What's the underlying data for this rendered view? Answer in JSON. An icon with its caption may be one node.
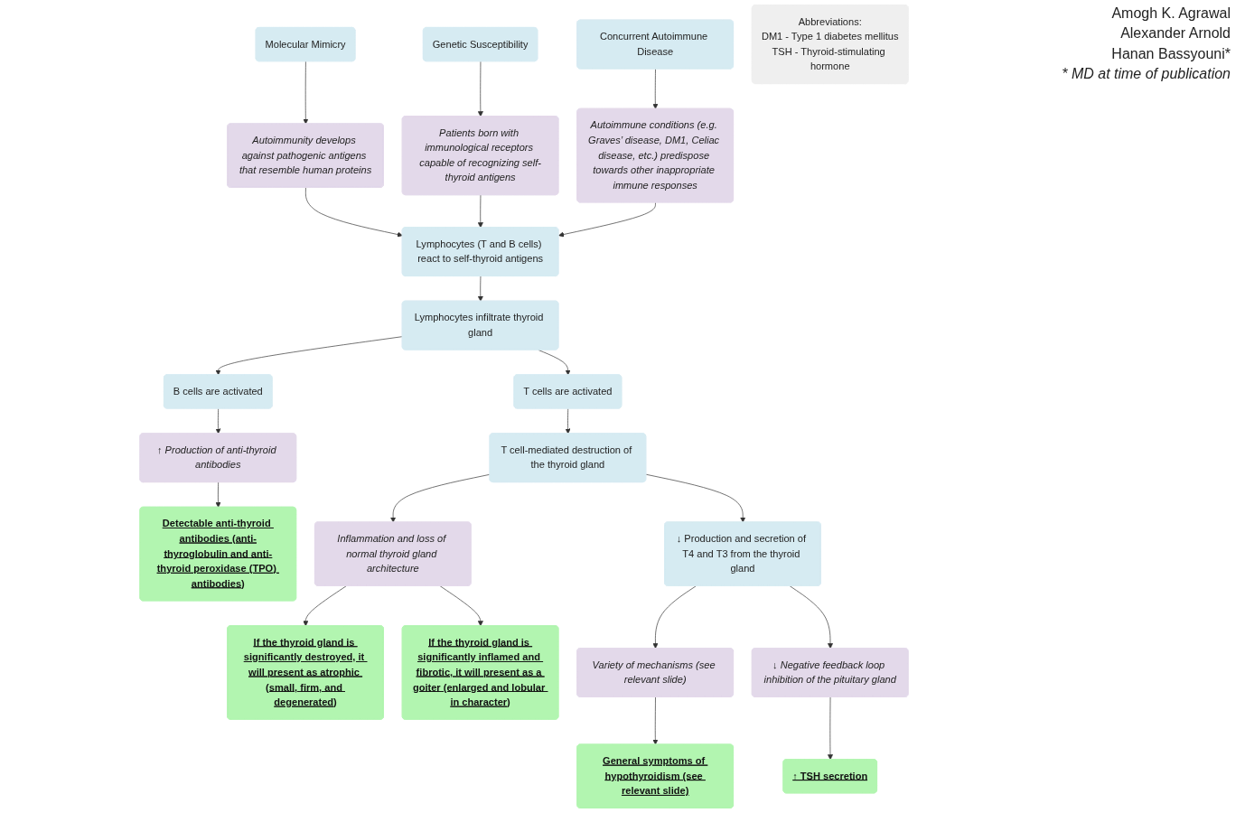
{
  "diagram": {
    "nodes": [
      {
        "text": [
          "Molecular Mimicry"
        ]
      },
      {
        "text": [
          "Genetic Susceptibility"
        ]
      },
      {
        "text": [
          "Concurrent Autoimmune Disease"
        ]
      },
      {
        "text": [
          "Autoimmunity develops against pathogenic antigens that resemble human proteins"
        ]
      },
      {
        "text": [
          "Patients born with immunological receptors capable of recognizing self-thyroid antigens"
        ]
      },
      {
        "text": [
          "Autoimmune conditions (e.g. Graves’ disease, DM1, Celiac disease, etc.) predispose towards other inappropriate immune responses"
        ]
      },
      {
        "text": [
          "Lymphocytes (T and B cells) react to self-thyroid antigens"
        ]
      },
      {
        "text": [
          "↑ Production of anti-thyroid antibodies"
        ]
      },
      {
        "text": [
          "Detectable anti-thyroid antibodies (anti-thyroglobulin and anti-thyroid peroxidase (TPO) antibodies)"
        ]
      },
      {
        "text": [
          "Lymphocytes infiltrate thyroid gland"
        ]
      },
      {
        "text": [
          "B cells are activated"
        ]
      },
      {
        "text": [
          "If the thyroid gland is significantly destroyed, it will present as atrophic (small, firm, and degenerated)"
        ]
      },
      {
        "text": [
          "T cells are activated"
        ]
      },
      {
        "text": [
          "T cell-mediated destruction of the thyroid gland"
        ]
      },
      {
        "text": [
          "Inflammation and loss of normal thyroid gland architecture"
        ]
      },
      {
        "text": [
          "If the thyroid gland is significantly inflamed and fibrotic, it will present as a goiter (enlarged and lobular in character)"
        ]
      },
      {
        "text": [
          "↓ Production and secretion of T4 and T3 from the thyroid gland"
        ]
      },
      {
        "text": [
          "Variety of mechanisms (see relevant slide)"
        ]
      },
      {
        "text": [
          "General symptoms of hypothyroidism (see relevant slide)"
        ]
      },
      {
        "text": [
          "↓ Negative feedback loop inhibition of the pituitary gland"
        ]
      },
      {
        "text": [
          "↑ TSH secretion"
        ]
      },
      {
        "text": [
          "Abbreviations:",
          "DM1 - Type 1 diabetes mellitus",
          "TSH - Thyroid-stimulating hormone"
        ]
      }
    ],
    "edges": [
      {
        "from": 0,
        "to": 3,
        "arrow": "to"
      },
      {
        "from": 1,
        "to": 4,
        "arrow": "to"
      },
      {
        "from": 2,
        "to": 5,
        "arrow": "to"
      },
      {
        "from": 3,
        "to": 6,
        "arrow": "to"
      },
      {
        "from": 4,
        "to": 6,
        "arrow": "to"
      },
      {
        "from": 5,
        "to": 6,
        "arrow": "to"
      },
      {
        "from": 6,
        "to": 9,
        "arrow": "to"
      },
      {
        "from": 9,
        "to": 10,
        "arrow": "to"
      },
      {
        "from": 10,
        "to": 7,
        "arrow": "to"
      },
      {
        "from": 7,
        "to": 8,
        "arrow": "to"
      },
      {
        "from": 9,
        "to": 12,
        "arrow": "to"
      },
      {
        "from": 12,
        "to": 13,
        "arrow": "to"
      },
      {
        "from": 13,
        "to": 14,
        "arrow": "to"
      },
      {
        "from": 14,
        "to": 11,
        "arrow": "to"
      },
      {
        "from": 14,
        "to": 15,
        "arrow": "to"
      },
      {
        "from": 13,
        "to": 16,
        "arrow": "to"
      },
      {
        "from": 16,
        "to": 17,
        "arrow": "to"
      },
      {
        "from": 16,
        "to": 19,
        "arrow": "to"
      },
      {
        "from": 17,
        "to": 18,
        "arrow": "to"
      },
      {
        "from": 19,
        "to": 20,
        "arrow": "to"
      }
    ],
    "labels": [
      "Amogh K. Agrawal",
      "Alexander Arnold",
      "Hanan Bassyouni*",
      "* MD at time of publication"
    ]
  }
}
